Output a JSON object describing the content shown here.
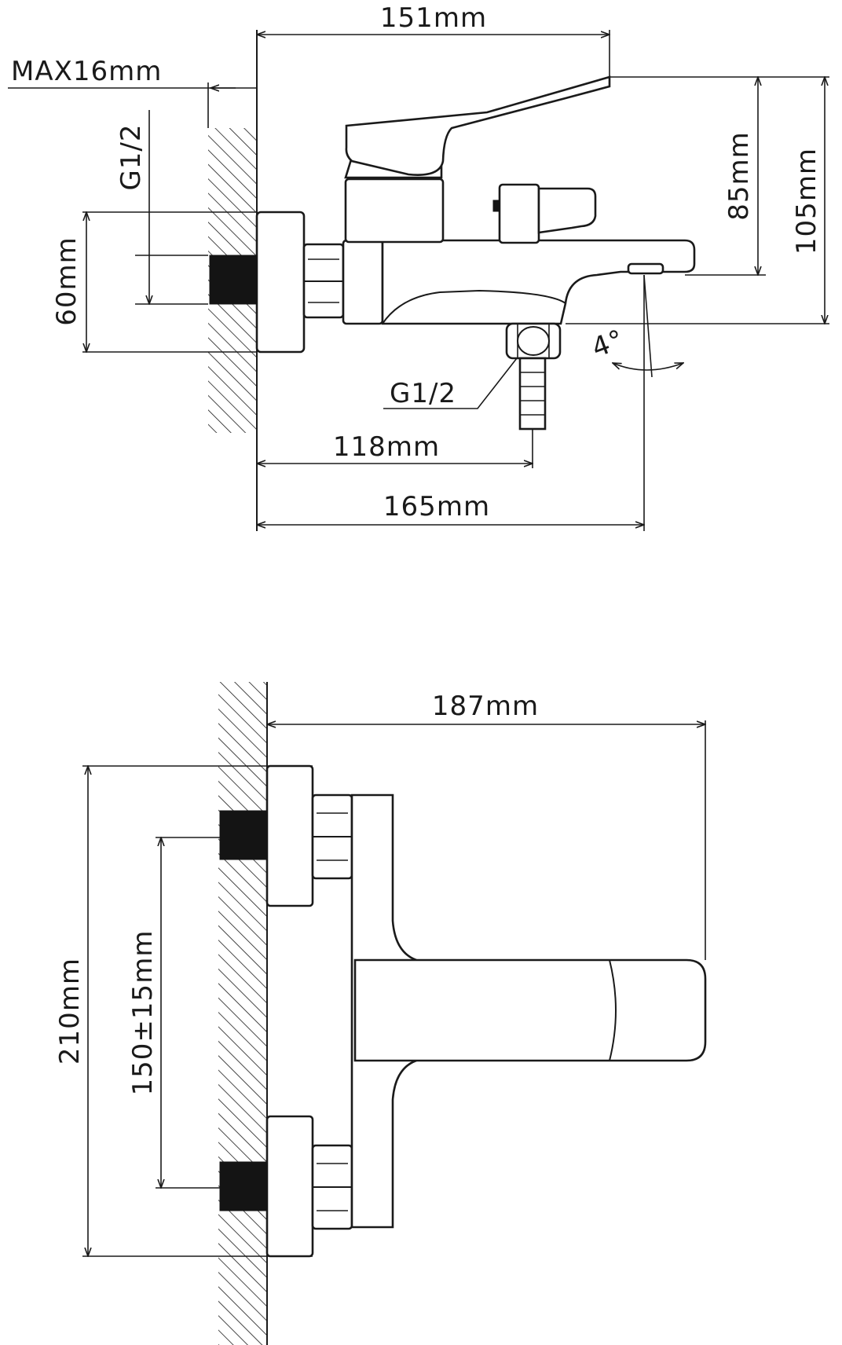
{
  "side_view": {
    "dim_overall_length": "151mm",
    "dim_wall_gap": "MAX16mm",
    "dim_inlet_thread": "G1/2",
    "dim_inlet_height": "60mm",
    "dim_handle_height": "85mm",
    "dim_total_height": "105mm",
    "dim_outlet_thread": "G1/2",
    "dim_outlet_angle": "4°",
    "dim_outlet_distance": "118mm",
    "dim_spout_reach": "165mm"
  },
  "top_view": {
    "dim_projection": "187mm",
    "dim_total_width": "210mm",
    "dim_centers": "150±15mm"
  }
}
